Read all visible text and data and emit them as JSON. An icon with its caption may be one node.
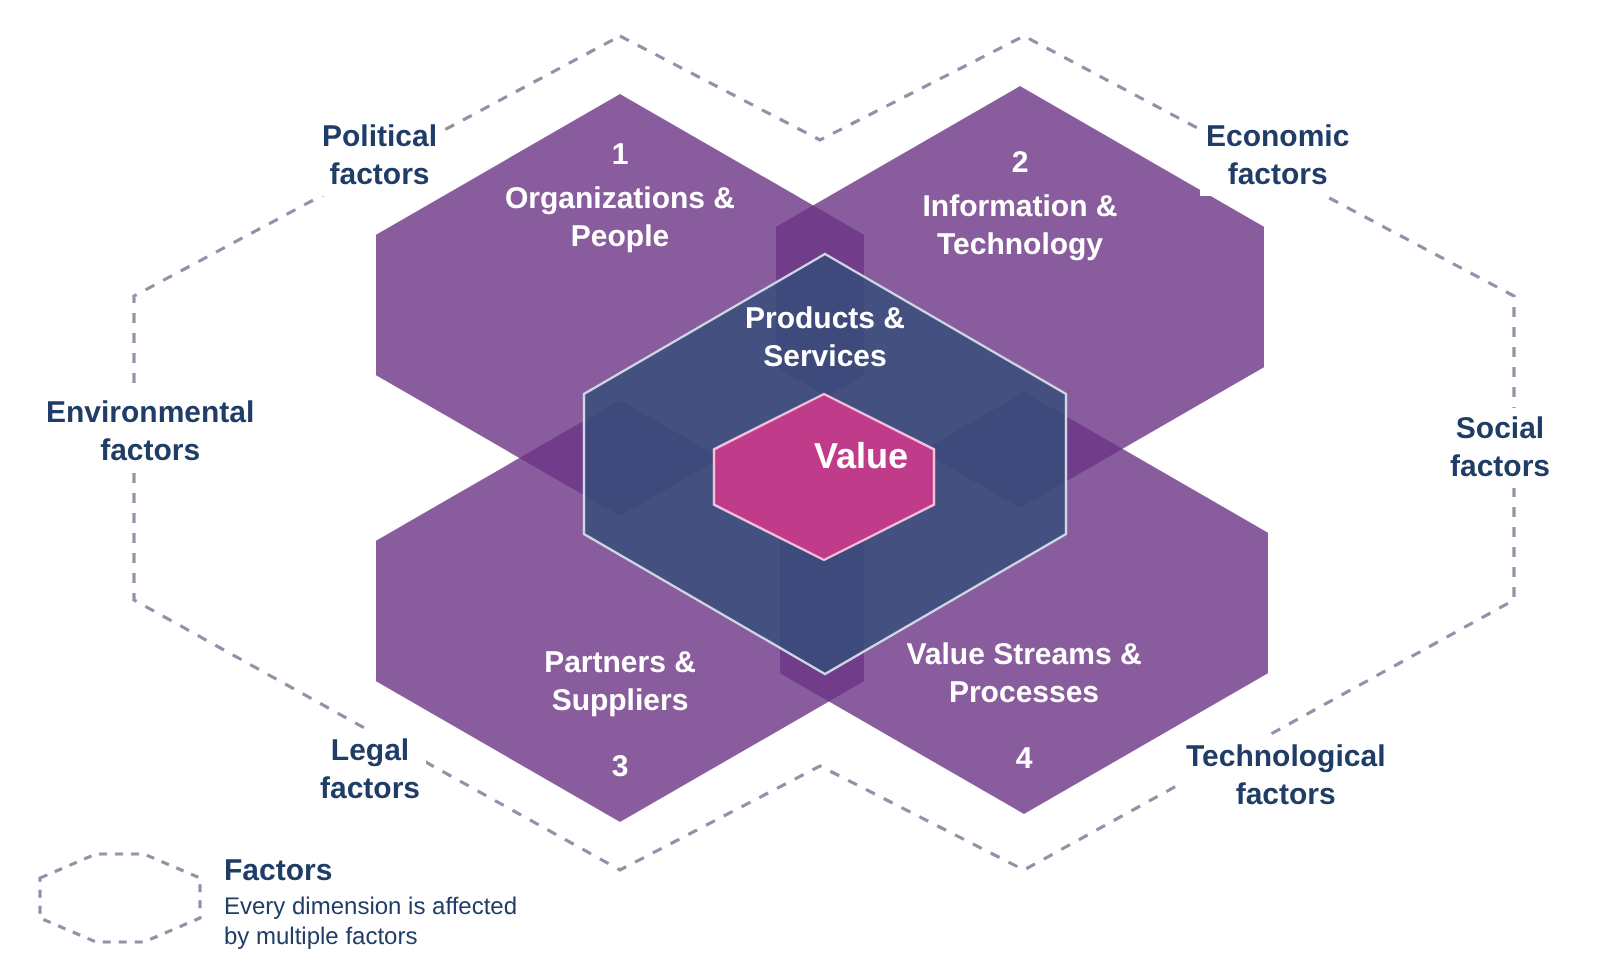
{
  "diagram": {
    "nodes": [
      {
        "text": [
          "1",
          "Organizations & People"
        ]
      },
      {
        "text": [
          "2",
          "Information & Technology"
        ]
      },
      {
        "text": [
          "Partners & Suppliers",
          "3"
        ]
      },
      {
        "text": [
          "Value Streams & Processes",
          "4"
        ]
      },
      {
        "text": [
          "Products & Services"
        ]
      },
      {
        "text": [
          "Value"
        ],
        "in": 4
      }
    ],
    "labels": [
      "Political factors",
      "Economic factors",
      "Environmental factors",
      "Social factors",
      "Legal factors",
      "Technological factors",
      "Every dimension is affected by multiple factors"
    ],
    "legend": [
      {
        "text": "Factors"
      }
    ]
  }
}
